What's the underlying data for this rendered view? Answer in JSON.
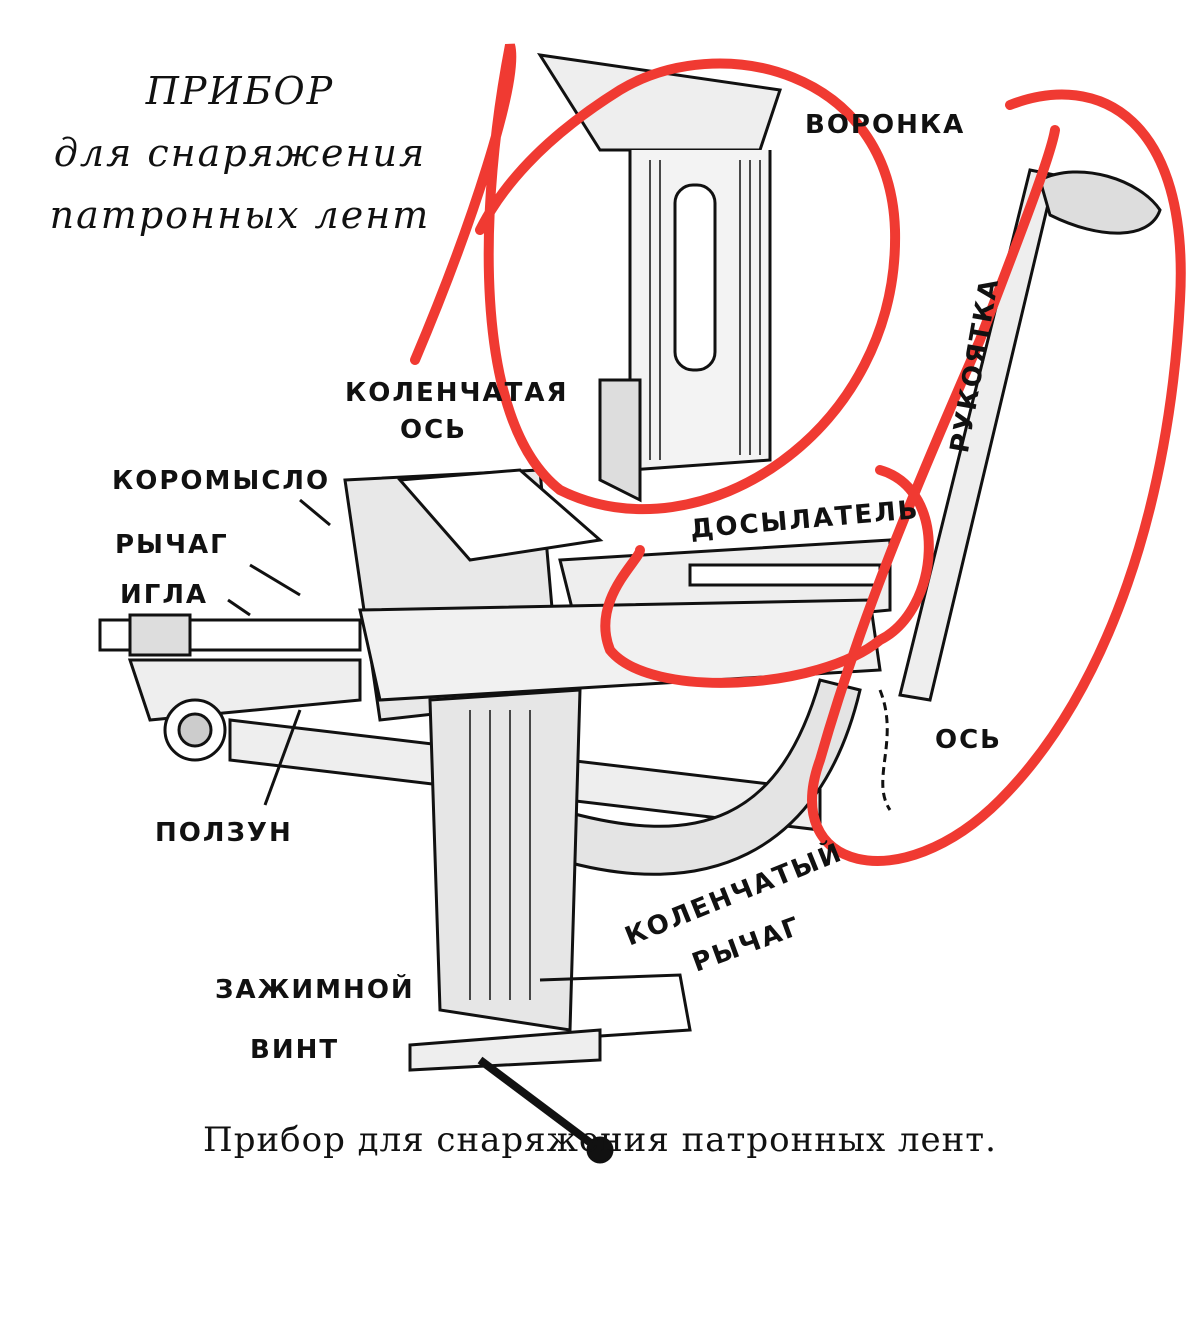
{
  "title": {
    "line1": "ПРИБОР",
    "line2": "для снаряжения",
    "line3": "патронных лент"
  },
  "labels": {
    "funnel": "ВОРОНКА",
    "crank_axle_1": "КОЛЕНЧАТАЯ",
    "crank_axle_2": "ОСЬ",
    "rocker": "КОРОМЫСЛО",
    "lever": "РЫЧАГ",
    "needle": "ИГЛА",
    "rammer": "ДОСЫЛАТЕЛЬ",
    "handle": "РУКОЯТКА",
    "axle": "ОСЬ",
    "slider": "ПОЛЗУН",
    "crank_lever_1": "КОЛЕНЧАТЫЙ",
    "crank_lever_2": "РЫЧАГ",
    "clamp_screw_1": "ЗАЖИМНОЙ",
    "clamp_screw_2": "ВИНТ"
  },
  "caption": "Прибор для снаряжения патронных лент.",
  "colors": {
    "ink": "#111111",
    "annotation_red": "#f03a32"
  }
}
